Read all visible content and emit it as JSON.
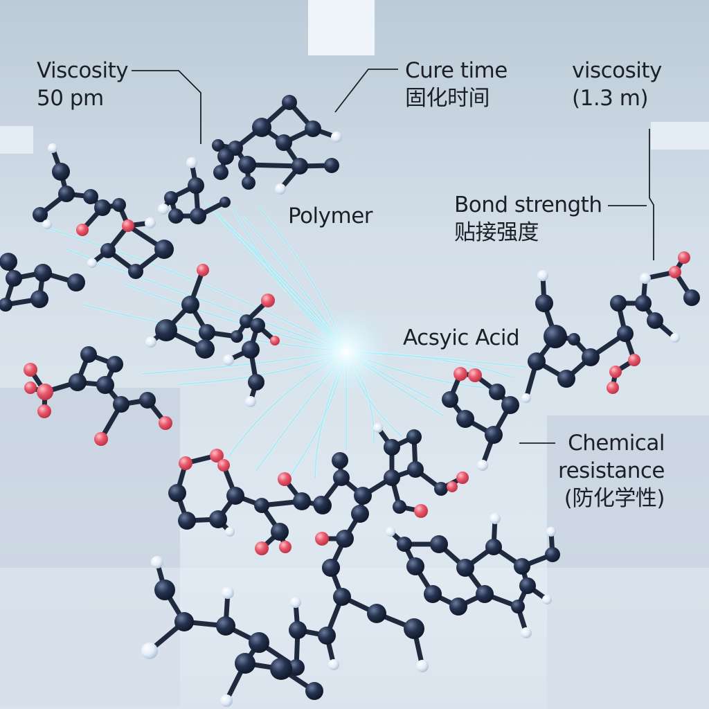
{
  "labels": {
    "viscosity_left": {
      "line1": "Viscosity",
      "line2": "50 pm"
    },
    "cure_time": {
      "line1": "Cure time",
      "line2": "固化时间"
    },
    "viscosity_right": {
      "line1": "viscosity",
      "line2": "(1.3 m)"
    },
    "polymer": "Polymer",
    "bond_strength": {
      "line1": "Bond strength",
      "line2": "贴接强度"
    },
    "acrylic_acid": "Acsyic Acid",
    "chemical_resistance": {
      "line1": "Chemical",
      "line2": "resistance",
      "line3": "(防化学性)"
    }
  },
  "colors": {
    "carbon_atom": "#1e2b45",
    "oxygen_atom": "#e2576a",
    "hydrogen_atom": "#dfe9f5",
    "bond": "#1f2a3e",
    "glow": "#e9fbff",
    "background": "#d7e2ec"
  }
}
